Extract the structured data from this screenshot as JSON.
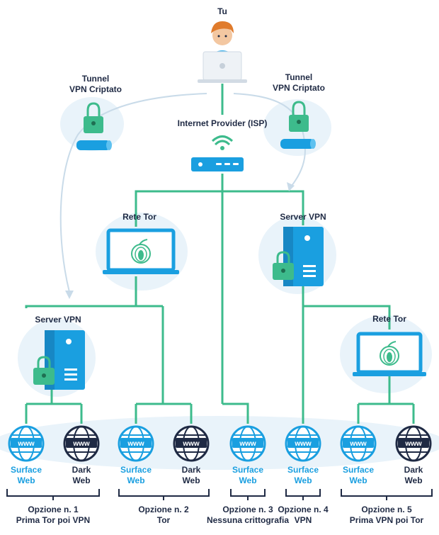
{
  "you": "Tu",
  "isp": "Internet Provider (ISP)",
  "tunnel_left": {
    "line1": "Tunnel",
    "line2": "VPN Criptato"
  },
  "tunnel_right": {
    "line1": "Tunnel",
    "line2": "VPN Criptato"
  },
  "tor_mid": "Rete Tor",
  "vpn_mid": "Server VPN",
  "vpn_left": "Server VPN",
  "tor_right": "Rete Tor",
  "webs": [
    {
      "line1": "Surface",
      "line2": "Web",
      "kind": "surface"
    },
    {
      "line1": "Dark",
      "line2": "Web",
      "kind": "dark"
    },
    {
      "line1": "Surface",
      "line2": "Web",
      "kind": "surface"
    },
    {
      "line1": "Dark",
      "line2": "Web",
      "kind": "dark"
    },
    {
      "line1": "Surface",
      "line2": "Web",
      "kind": "surface"
    },
    {
      "line1": "Surface",
      "line2": "Web",
      "kind": "surface"
    },
    {
      "line1": "Surface",
      "line2": "Web",
      "kind": "surface"
    },
    {
      "line1": "Dark",
      "line2": "Web",
      "kind": "dark"
    }
  ],
  "globe_text": "www",
  "options": [
    {
      "line1": "Opzione n. 1",
      "line2": "Prima Tor poi VPN"
    },
    {
      "line1": "Opzione n. 2",
      "line2": "Tor"
    },
    {
      "line1": "Opzione n. 3",
      "line2": "Nessuna crittografia"
    },
    {
      "line1": "Opzione n. 4",
      "line2": "VPN"
    },
    {
      "line1": "Opzione n. 5",
      "line2": "Prima VPN poi Tor"
    }
  ],
  "colors": {
    "line": "#3dbb8c",
    "surface": "#1a9fe0",
    "dark": "#1f2a44",
    "bg_blob": "#e9f3fa",
    "bracket": "#1f2a44"
  }
}
